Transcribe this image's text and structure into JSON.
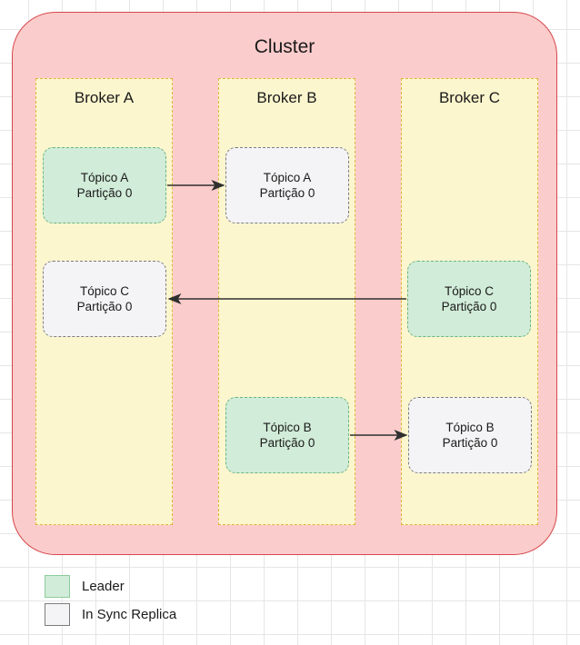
{
  "diagram": {
    "title": "Cluster",
    "type": "kafka-cluster-replication-diagram"
  },
  "colors": {
    "cluster_fill": "#fbcccc",
    "cluster_border": "#d6474a",
    "broker_fill": "#fcf6ce",
    "broker_border": "#e0b53a",
    "leader_fill": "#d1ecd8",
    "leader_border": "#6cb57f",
    "isr_fill": "#f4f4f6",
    "isr_border": "#7d7d7d",
    "arrow": "#2f2f2f",
    "grid": "#e6e6e6"
  },
  "brokers": [
    {
      "id": "broker-a",
      "title": "Broker A",
      "partitions": [
        {
          "id": "part-a-leader",
          "topic": "Tópico A",
          "partition": "Partição 0",
          "role": "leader"
        },
        {
          "id": "part-c-isr",
          "topic": "Tópico C",
          "partition": "Partição 0",
          "role": "isr"
        }
      ]
    },
    {
      "id": "broker-b",
      "title": "Broker B",
      "partitions": [
        {
          "id": "part-a-isr",
          "topic": "Tópico A",
          "partition": "Partição 0",
          "role": "isr"
        },
        {
          "id": "part-b-leader",
          "topic": "Tópico B",
          "partition": "Partição 0",
          "role": "leader"
        }
      ]
    },
    {
      "id": "broker-c",
      "title": "Broker C",
      "partitions": [
        {
          "id": "part-c-leader",
          "topic": "Tópico C",
          "partition": "Partição 0",
          "role": "leader"
        },
        {
          "id": "part-b-isr",
          "topic": "Tópico B",
          "partition": "Partição 0",
          "role": "isr"
        }
      ]
    }
  ],
  "replication_arrows": [
    {
      "id": "arrow-topic-a",
      "from": "broker-a",
      "to": "broker-b",
      "topic": "Tópico A",
      "direction": "right"
    },
    {
      "id": "arrow-topic-c",
      "from": "broker-c",
      "to": "broker-a",
      "topic": "Tópico C",
      "direction": "left"
    },
    {
      "id": "arrow-topic-b",
      "from": "broker-b",
      "to": "broker-c",
      "topic": "Tópico B",
      "direction": "right"
    }
  ],
  "legend": {
    "items": [
      {
        "id": "legend-leader",
        "label": "Leader",
        "swatch": "leader"
      },
      {
        "id": "legend-isr",
        "label": "In Sync Replica",
        "swatch": "isr"
      }
    ]
  }
}
